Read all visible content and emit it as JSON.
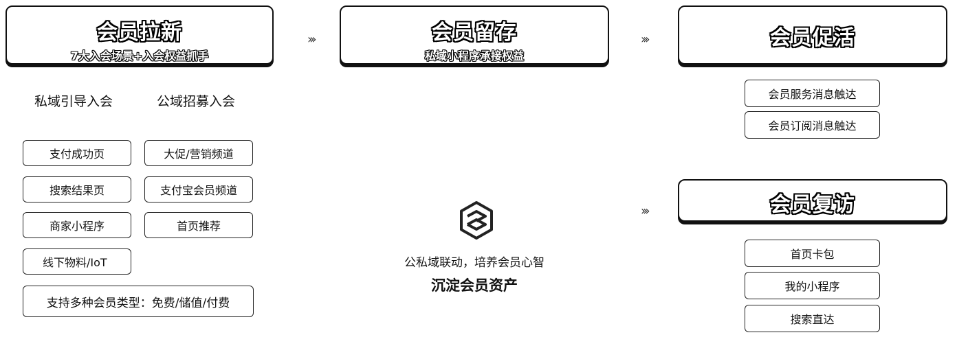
{
  "acquire": {
    "title": "会员拉新",
    "subtitle": "7大入会场景+入会权益抓手",
    "columns": [
      "私域引导入会",
      "公域招募入会"
    ],
    "private_items": [
      "支付成功页",
      "搜索结果页",
      "商家小程序",
      "线下物料/IoT"
    ],
    "public_items": [
      "大促/营销频道",
      "支付宝会员频道",
      "首页推荐"
    ],
    "types_note": "支持多种会员类型：免费/储值/付费"
  },
  "retain": {
    "title": "会员留存",
    "subtitle": "私域小程序承接权益"
  },
  "center": {
    "line1": "公私域联动，培养会员心智",
    "line2": "沉淀会员资产"
  },
  "activate": {
    "title": "会员促活",
    "items": [
      "会员服务消息触达",
      "会员订阅消息触达"
    ]
  },
  "revisit": {
    "title": "会员复访",
    "items": [
      "首页卡包",
      "我的小程序",
      "搜索直达"
    ]
  },
  "arrow_glyph": "›››",
  "icons": {
    "center_logo": "hexagon-logo-icon"
  }
}
